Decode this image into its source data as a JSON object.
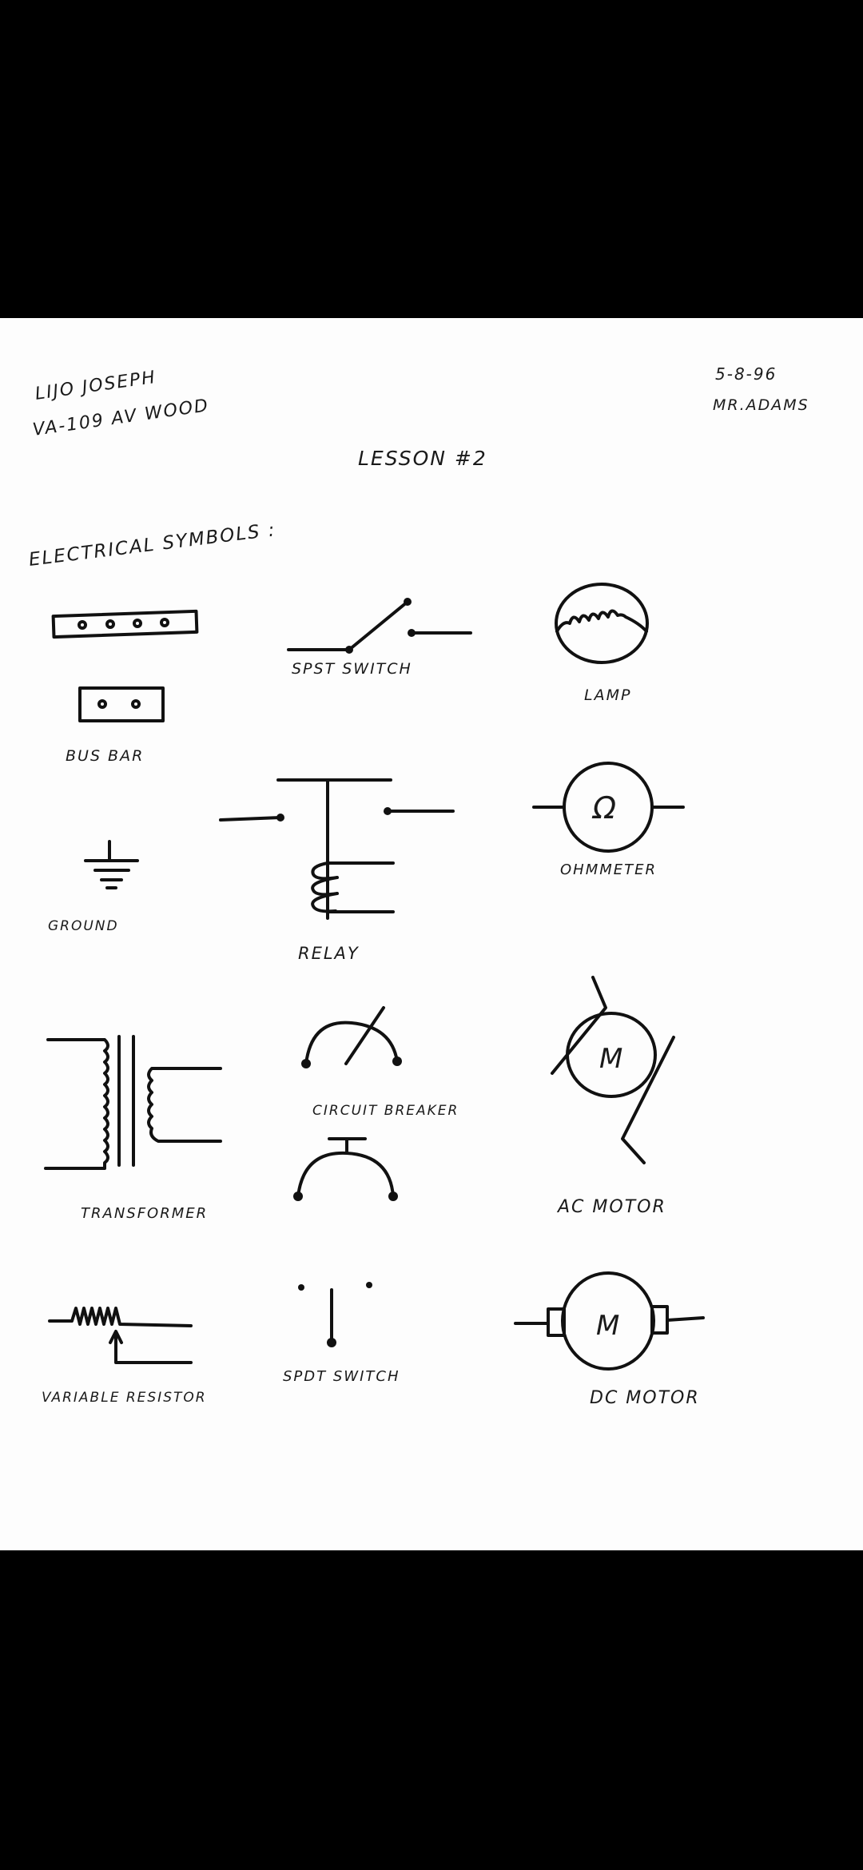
{
  "header": {
    "student_name": "LIJO JOSEPH",
    "class_info": "VA-109 AV WOOD",
    "date": "5-8-96",
    "instructor": "MR.ADAMS",
    "lesson_title": "LESSON #2",
    "section_title": "ELECTRICAL SYMBOLS :"
  },
  "symbols": {
    "bus_bar": "BUS BAR",
    "spst_switch": "SPST SWITCH",
    "lamp": "LAMP",
    "ground": "GROUND",
    "relay": "RELAY",
    "ohmmeter": "OHMMETER",
    "ohm_glyph": "Ω",
    "transformer": "TRANSFORMER",
    "circuit_breaker": "CIRCUIT BREAKER",
    "ac_motor": "AC MOTOR",
    "motor_letter": "M",
    "variable_resistor": "VARIABLE RESISTOR",
    "spdt_switch": "SPDT SWITCH",
    "dc_motor": "DC MOTOR"
  }
}
